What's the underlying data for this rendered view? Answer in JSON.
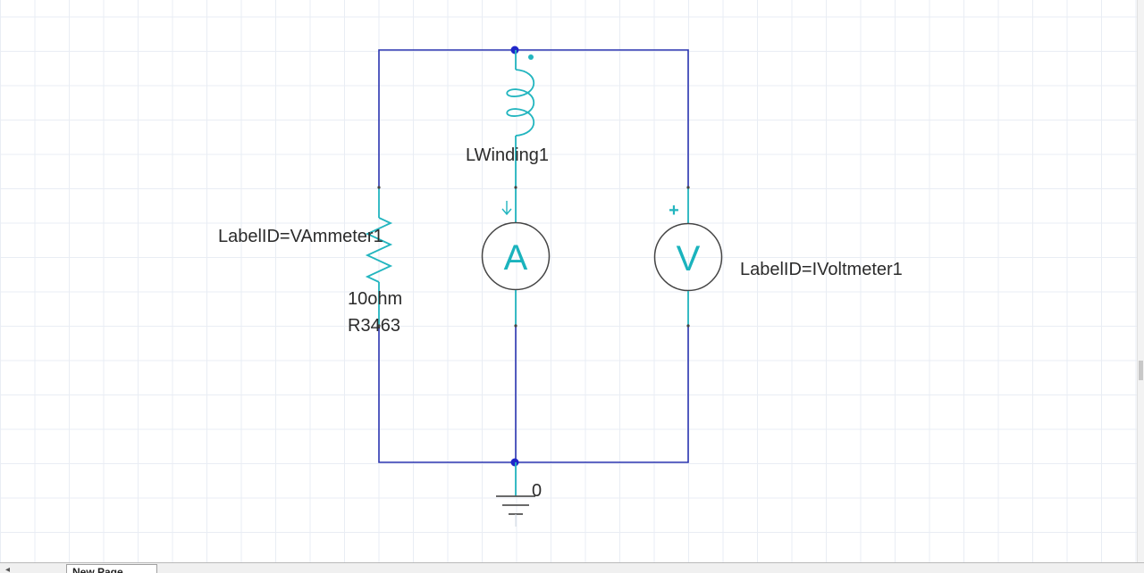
{
  "schematic": {
    "inductor_label": "LWinding1",
    "ammeter_label_id": "LabelID=VAmmeter1",
    "resistor_value": "10ohm",
    "resistor_name": "R3463",
    "voltmeter_label_id": "LabelID=IVoltmeter1",
    "ammeter_symbol": "A",
    "voltmeter_symbol": "V",
    "voltmeter_polarity": "+",
    "ground_node": "0"
  },
  "tabs": {
    "active_page": "New Page"
  },
  "colors": {
    "wire": "#2b35b0",
    "component": "#22b5bf",
    "grid": "#e9edf4"
  }
}
